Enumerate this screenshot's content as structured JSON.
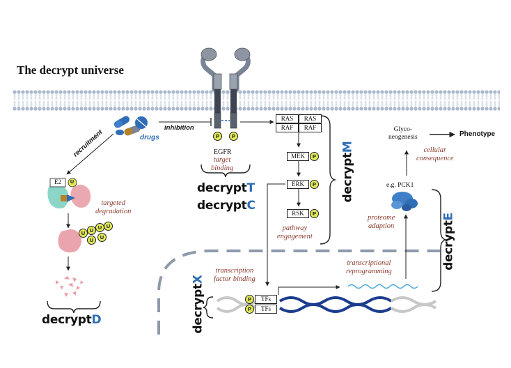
{
  "title": "The decrypt universe",
  "drugs_label": "drugs",
  "inhibition_label": "inhibition",
  "recruitment_label": "recruitment",
  "egfr_label": "EGFR",
  "target_binding": "target\nbinding",
  "targeted_degradation": "targeted\ndegradation",
  "pathway_engagement": "pathway\nengagement",
  "tf_binding": "transcription\nfactor binding",
  "transcriptional_reprogramming": "transcriptional\nreprogramming",
  "proteome_adaption": "proteome\nadaption",
  "cellular_consequence": "cellular\nconsequence",
  "glyconeogenesis": "Glyco-\nneogenesis",
  "phenotype": "Phenotype",
  "pck1": "e.g. PCK1",
  "e2_label": "E2",
  "ub_letter": "U",
  "p_letter": "P",
  "kinases": {
    "ras_left": "RAS",
    "ras_right": "RAS",
    "raf_left": "RAF",
    "raf_right": "RAF",
    "mek": "MEK",
    "erk": "ERK",
    "rsk": "RSK"
  },
  "tfs": [
    "TFs",
    "TFs"
  ],
  "decrypt": {
    "t": {
      "prefix": "decrypt",
      "suffix": "T"
    },
    "c": {
      "prefix": "decrypt",
      "suffix": "C"
    },
    "d": {
      "prefix": "decrypt",
      "suffix": "D"
    },
    "m": {
      "prefix": "decrypt",
      "suffix": "M"
    },
    "e": {
      "prefix": "decrypt",
      "suffix": "E"
    },
    "x": {
      "prefix": "decrypt",
      "suffix": "X"
    }
  },
  "colors": {
    "accent_blue": "#2f6db5",
    "annotation_red": "#8b3a2e",
    "membrane": "#aab8cc",
    "phospho_yellow": "#e0e85a",
    "dna_dark": "#1c3d8f",
    "dna_grey": "#c8c8c8",
    "receptor_grey": "#8d95a3"
  }
}
